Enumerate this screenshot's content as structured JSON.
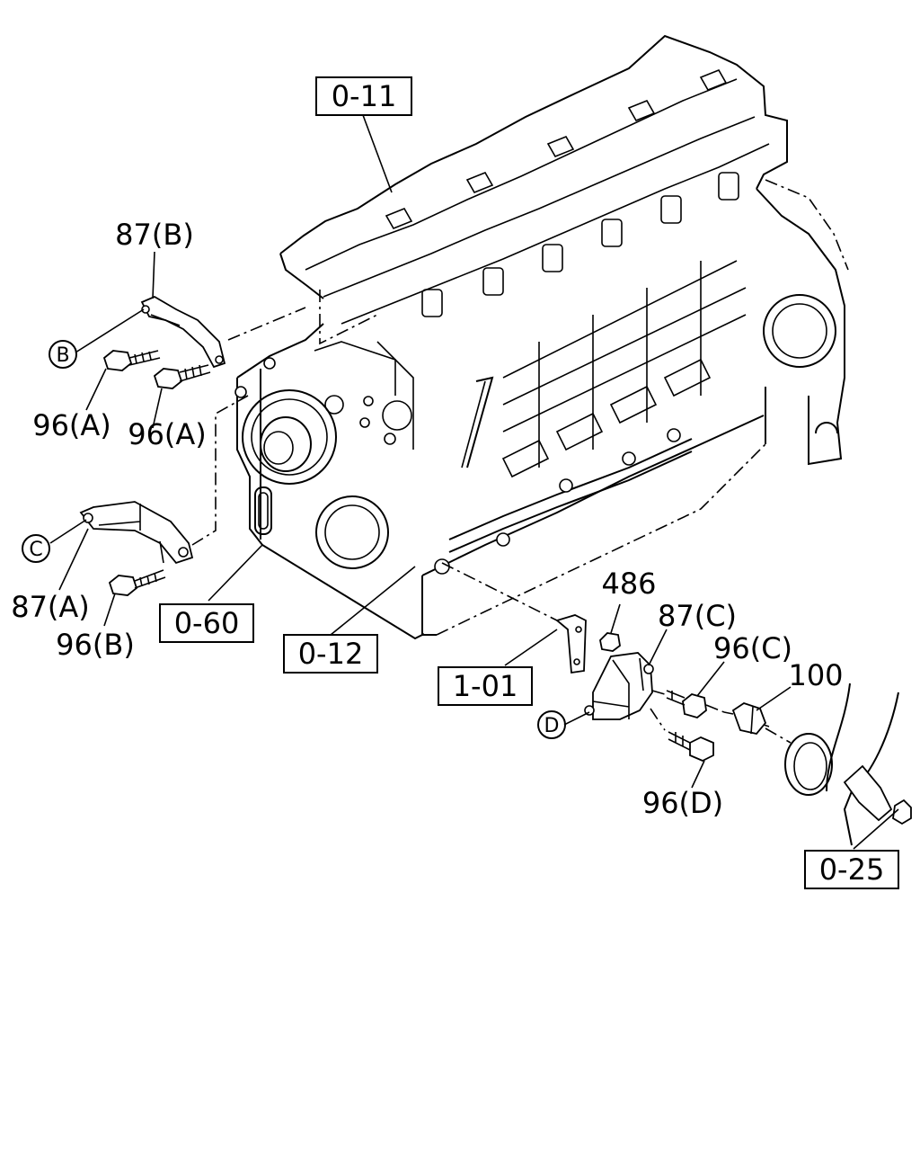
{
  "ref_boxes": [
    {
      "id": "0-11",
      "label": "0-11"
    },
    {
      "id": "0-60",
      "label": "0-60"
    },
    {
      "id": "0-12",
      "label": "0-12"
    },
    {
      "id": "1-01",
      "label": "1-01"
    },
    {
      "id": "0-25",
      "label": "0-25"
    }
  ],
  "part_labels": {
    "p87B": "87(B)",
    "p96A_1": "96(A)",
    "p96A_2": "96(A)",
    "p87A": "87(A)",
    "p96B": "96(B)",
    "p486": "486",
    "p87C": "87(C)",
    "p96C": "96(C)",
    "p100": "100",
    "p96D": "96(D)"
  },
  "circle_markers": {
    "B": "B",
    "C": "C",
    "D": "D"
  }
}
